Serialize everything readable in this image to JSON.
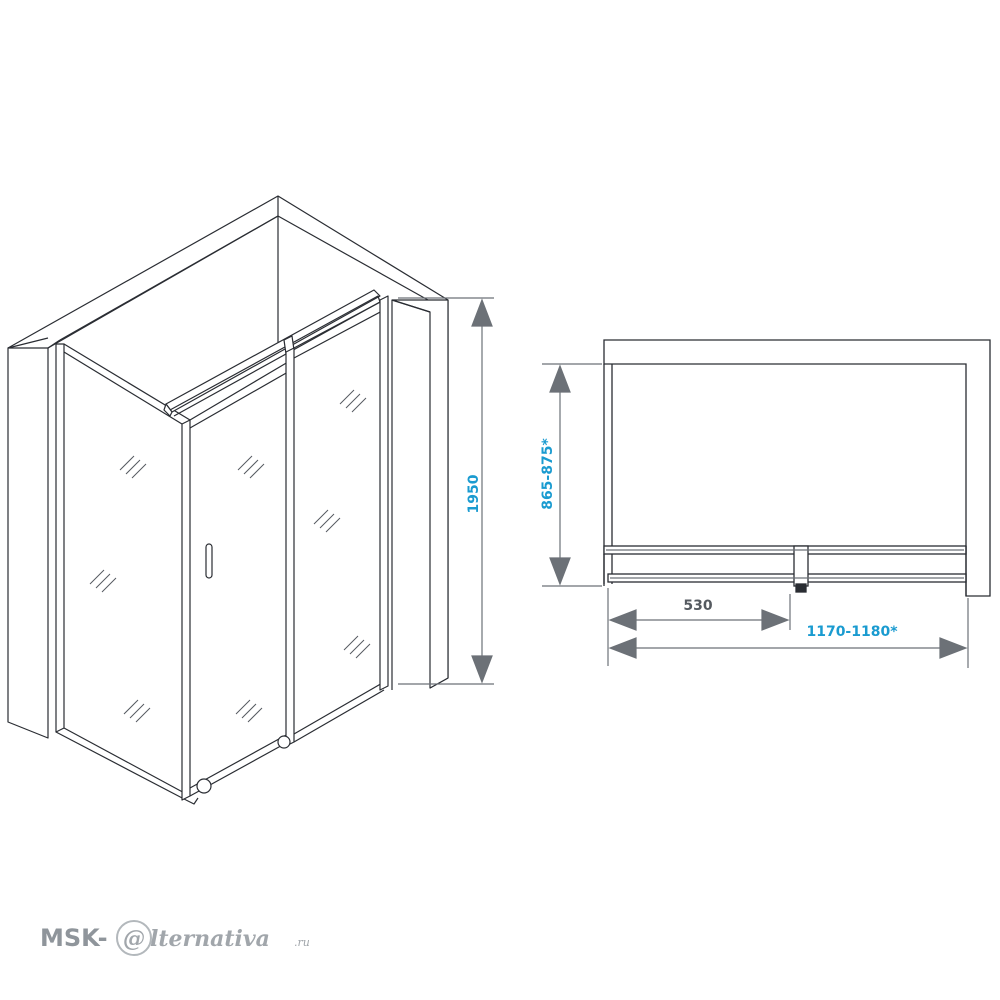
{
  "dimensions": {
    "height": "1950",
    "door_depth": "865-875*",
    "door_width": "530",
    "total_width": "1170-1180*"
  },
  "watermark": {
    "prefix": "MSK-",
    "at_symbol": "@",
    "word": "lternativa",
    "suffix": ".ru"
  },
  "colors": {
    "line": "#2a2d33",
    "dimension_text": "#1a9bd0",
    "dimension_line": "#6c7177",
    "watermark": "#8f959b"
  }
}
